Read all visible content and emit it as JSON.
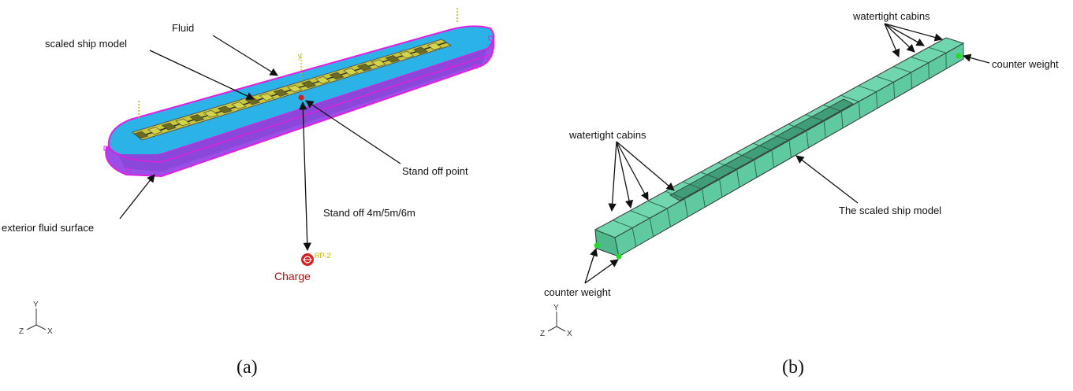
{
  "panel_a": {
    "labels": {
      "fluid": "Fluid",
      "scaled_ship_model": "scaled ship model",
      "stand_off_point": "Stand off point",
      "stand_off_distance": "Stand off 4m/5m/6m",
      "exterior_fluid_surface": "exterior fluid surface",
      "charge": "Charge",
      "charge_tag": "RP-2"
    },
    "triad": {
      "x": "X",
      "y": "Y",
      "z": "Z"
    },
    "caption": "(a)"
  },
  "panel_b": {
    "labels": {
      "watertight_cabins_top": "watertight cabins",
      "watertight_cabins_left": "watertight cabins",
      "counter_weight_right": "counter weight",
      "counter_weight_left": "counter weight",
      "scaled_ship_model": "The scaled ship model"
    },
    "triad": {
      "x": "X",
      "y": "Y",
      "z": "Z"
    },
    "caption": "(b)"
  },
  "colors": {
    "fluid_outline": "#e020e0",
    "fluid_fill": "#9a4fe6",
    "fluid_top": "#2bb3e8",
    "deck_yellow": "#c8c83a",
    "ship_green": "#5fc9a0",
    "charge_red": "#d42020",
    "counter_weight_green": "#22dd22"
  }
}
